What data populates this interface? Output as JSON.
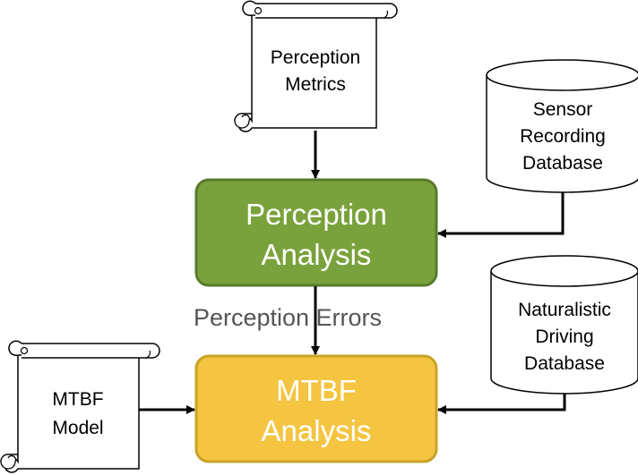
{
  "nodes": {
    "perception_metrics": {
      "line1": "Perception",
      "line2": "Metrics"
    },
    "sensor_db": {
      "line1": "Sensor",
      "line2": "Recording",
      "line3": "Database"
    },
    "perception_analysis": {
      "line1": "Perception",
      "line2": "Analysis"
    },
    "naturalistic_db": {
      "line1": "Naturalistic",
      "line2": "Driving",
      "line3": "Database"
    },
    "mtbf_model": {
      "line1": "MTBF",
      "line2": "Model"
    },
    "mtbf_analysis": {
      "line1": "MTBF",
      "line2": "Analysis"
    }
  },
  "edge_labels": {
    "perception_errors": "Perception Errors"
  },
  "colors": {
    "perception_analysis_fill": "#7aa23c",
    "perception_analysis_stroke": "#587a2b",
    "mtbf_analysis_fill": "#f5c542",
    "mtbf_analysis_stroke": "#c9a227",
    "edge_label": "#555555"
  }
}
